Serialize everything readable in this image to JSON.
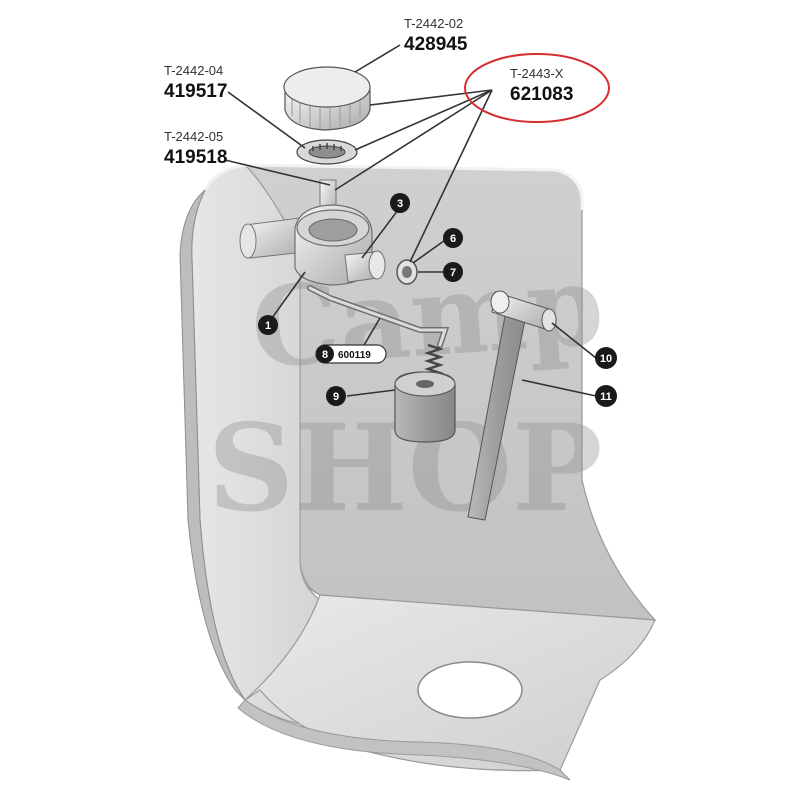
{
  "part_labels": [
    {
      "code": "T-2442-02",
      "part_no": "428945"
    },
    {
      "code": "T-2442-04",
      "part_no": "419517"
    },
    {
      "code": "T-2442-05",
      "part_no": "419518"
    },
    {
      "code": "T-2443-X",
      "part_no": "621083"
    }
  ],
  "callouts": [
    "1",
    "3",
    "6",
    "7",
    "8",
    "9",
    "10",
    "11"
  ],
  "pill_label": "600119",
  "watermark": {
    "line1": "Camp",
    "line2": "SHOP"
  },
  "colors": {
    "highlight_ellipse": "#d32f2f",
    "tank": "#d9d9d9",
    "callout_badge": "#1a1a1a"
  }
}
